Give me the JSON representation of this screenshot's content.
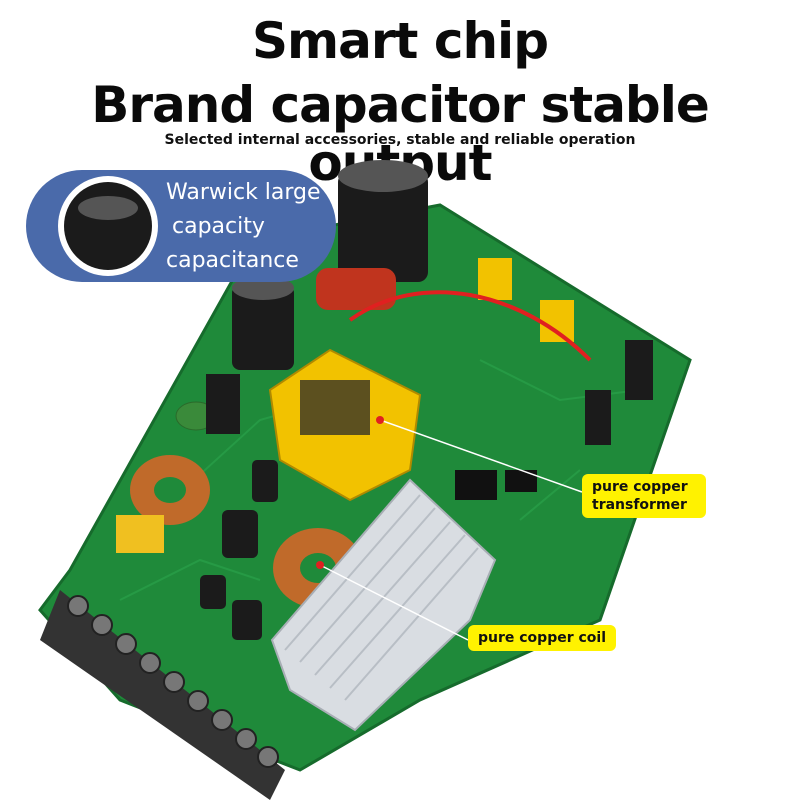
{
  "headline": {
    "line1": "Smart chip",
    "line2": "Brand capacitor stable output",
    "subtitle": "Selected internal accessories, stable and reliable operation"
  },
  "badge": {
    "line1": "Warwick large",
    "line2": "capacity",
    "line3": "capacitance",
    "color": "#4a6aaa"
  },
  "callouts": {
    "transformer_line1": "pure copper",
    "transformer_line2": "transformer",
    "coil": "pure copper coil",
    "color": "#fff200"
  },
  "colors": {
    "pcb": "#1f8a3a",
    "heatsink": "#d9dde2",
    "transformer": "#f2c200"
  }
}
